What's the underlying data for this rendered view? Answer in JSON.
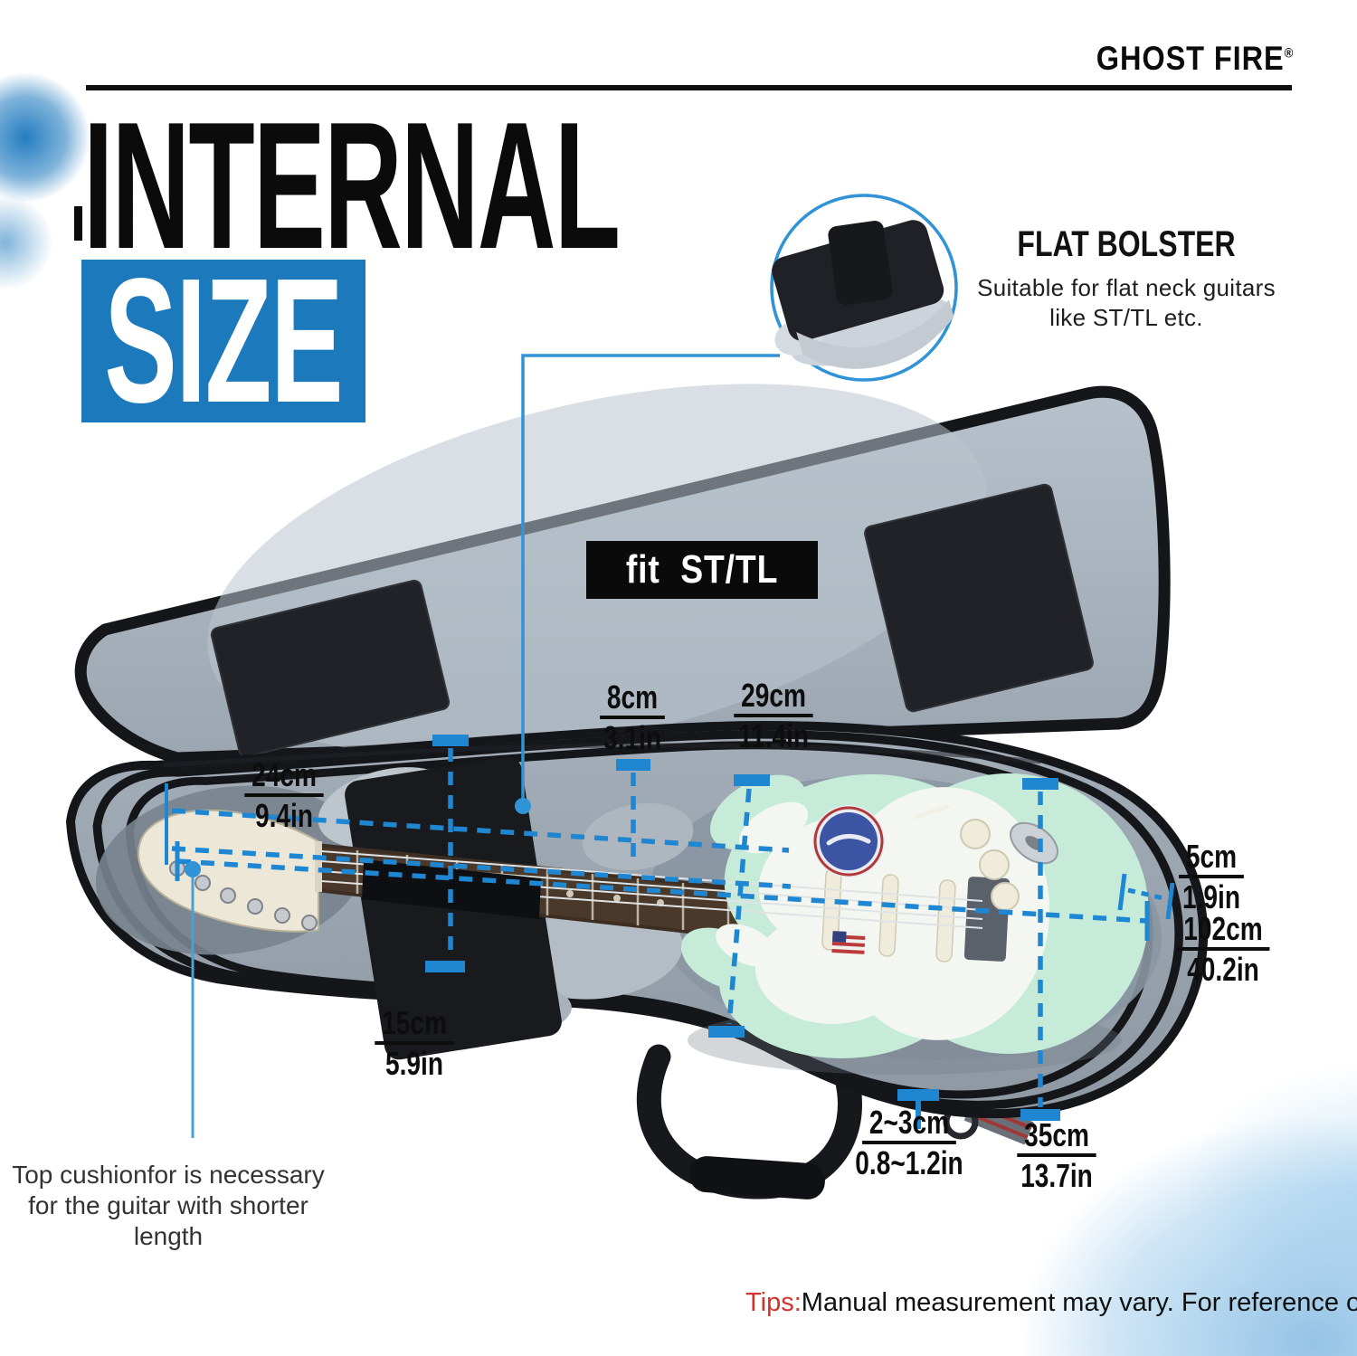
{
  "brand": {
    "name": "GHOST FIRE",
    "registered": "®"
  },
  "heading": {
    "line1": "INTERNAL",
    "line2": "SIZE"
  },
  "inset": {
    "title": "FLAT BOLSTER",
    "desc_line1": "Suitable for flat neck guitars",
    "desc_line2": "like ST/TL etc."
  },
  "fit_badge": {
    "text": "fit  ST/TL"
  },
  "measurements": {
    "pocket_width": {
      "cm": "24cm",
      "inch": "9.4in"
    },
    "bolster_width": {
      "cm": "8cm",
      "inch": "3.1in"
    },
    "upper_body_width": {
      "cm": "29cm",
      "inch": "11.4in"
    },
    "wall_thickness": {
      "cm": "5cm",
      "inch": "1.9in"
    },
    "internal_length": {
      "cm": "102cm",
      "inch": "40.2in"
    },
    "neck_pocket_width": {
      "cm": "15cm",
      "inch": "5.9in"
    },
    "cushion_thickness": {
      "cm": "2~3cm",
      "inch": "0.8~1.2in"
    },
    "lower_body_width": {
      "cm": "35cm",
      "inch": "13.7in"
    }
  },
  "note": {
    "text": "Top cushionfor is necessary for the guitar with shorter length"
  },
  "tips": {
    "label": "Tips:",
    "text": "Manual measurement may vary. For reference only."
  },
  "colors": {
    "accent_blue": "#1b79bc",
    "measure_blue": "#1f87d2",
    "tips_red": "#d0342c",
    "guitar_mint": "#c6ecd9",
    "case_gray": "#9aa5b0",
    "trim_black": "#15161a"
  }
}
